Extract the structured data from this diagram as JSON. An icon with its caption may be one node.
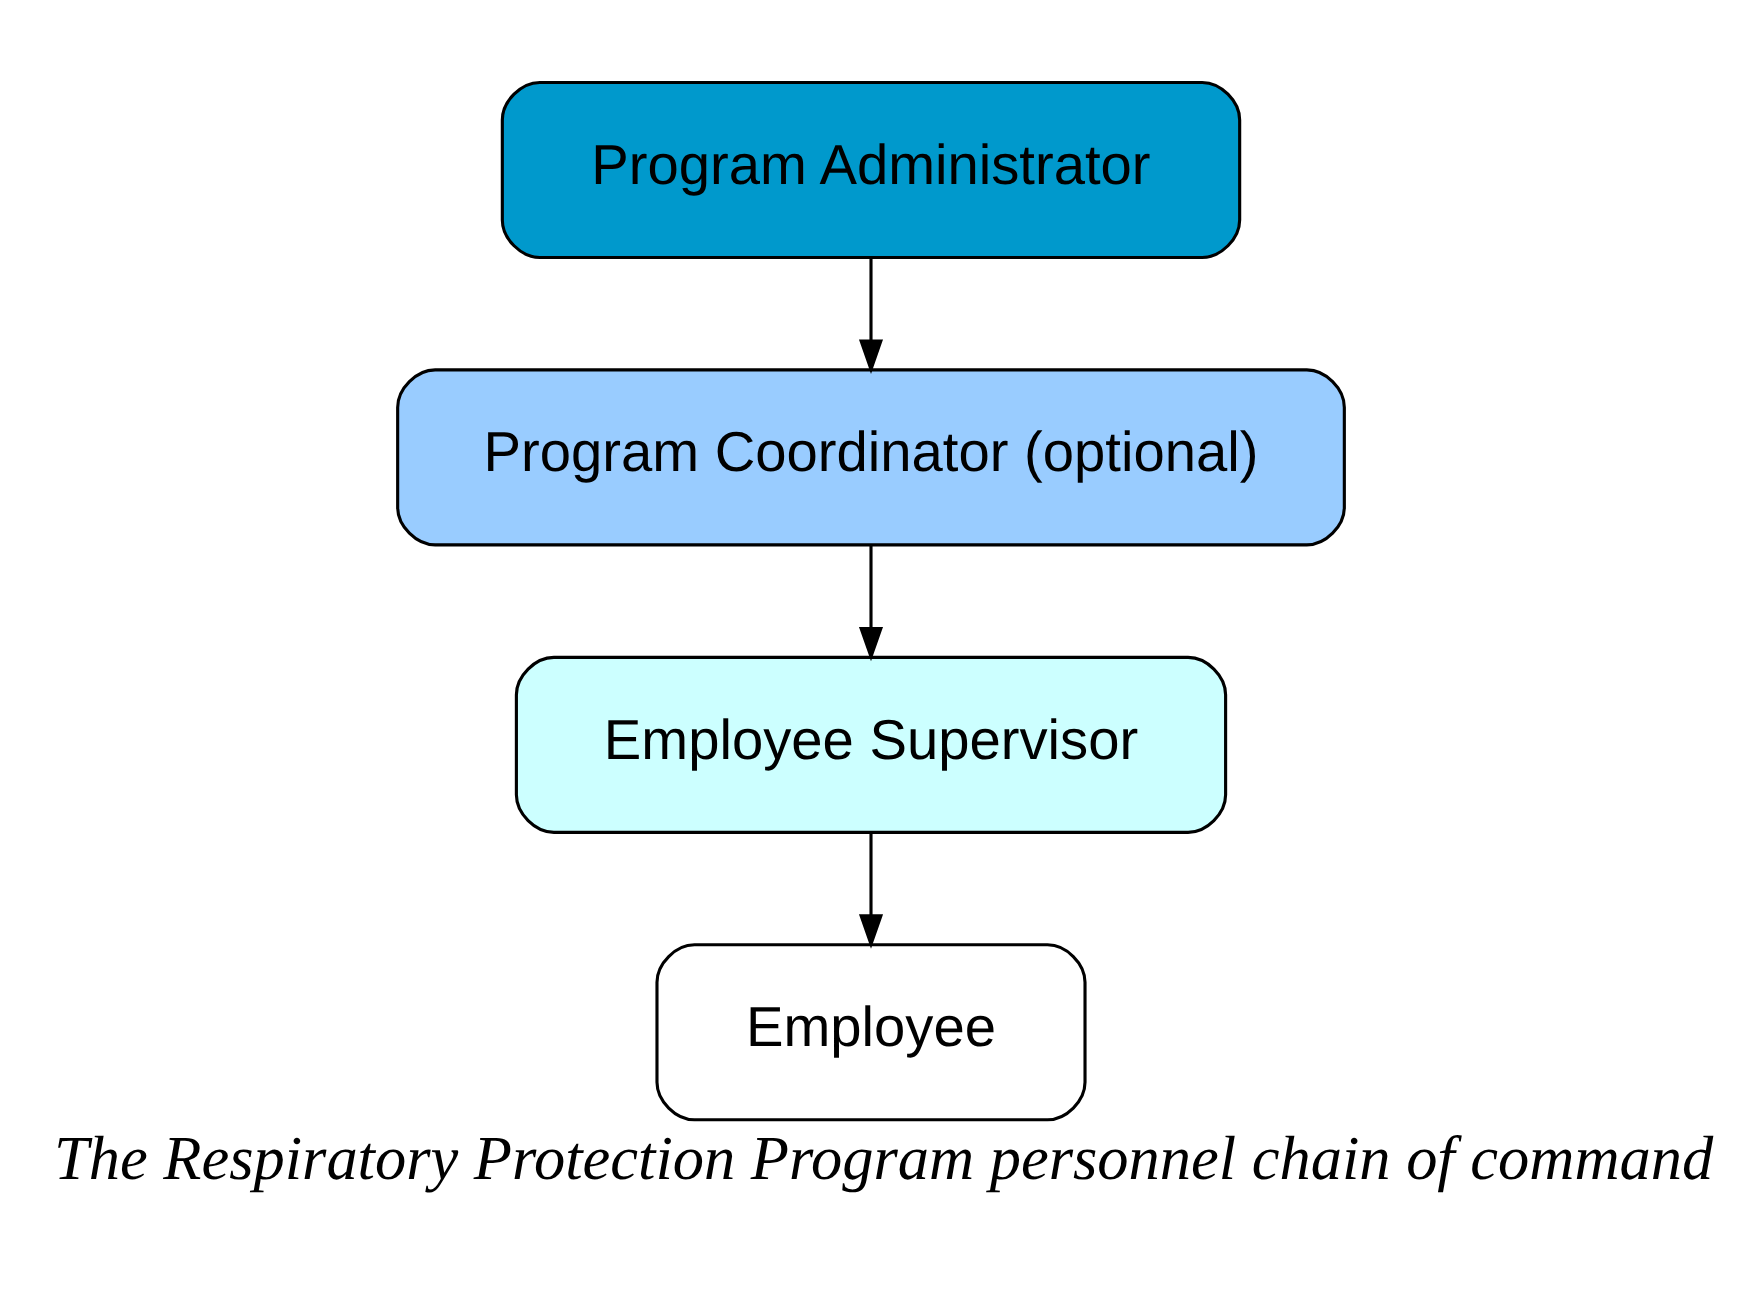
{
  "diagram": {
    "caption": "The Respiratory Protection Program personnel chain of command",
    "nodes": [
      {
        "text": [
          "Program Administrator"
        ]
      },
      {
        "text": [
          "Program Coordinator (optional)"
        ]
      },
      {
        "text": [
          "Employee Supervisor"
        ]
      },
      {
        "text": [
          "Employee"
        ]
      }
    ],
    "edges": [
      {
        "from": 0,
        "to": 1,
        "arrow": "to"
      },
      {
        "from": 1,
        "to": 2,
        "arrow": "to"
      },
      {
        "from": 2,
        "to": 3,
        "arrow": "to"
      }
    ]
  }
}
